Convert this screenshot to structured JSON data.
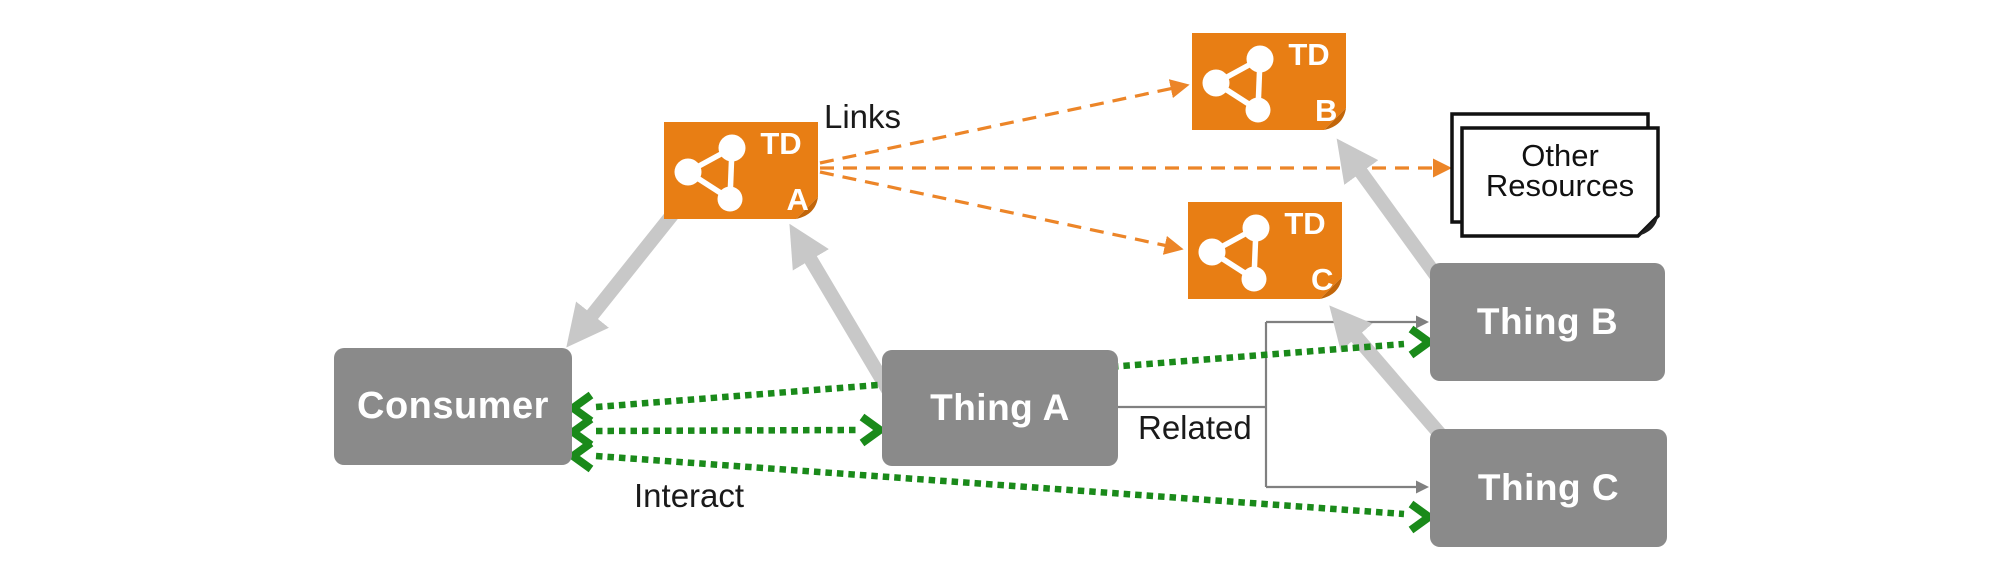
{
  "diagram_type": "architecture-diagram",
  "colors": {
    "orange": "#E87E14",
    "orange_dash": "#EC8528",
    "box_gray": "#8A8A8A",
    "arrow_gray": "#C8C8C8",
    "line_gray": "#808080",
    "green": "#1A8A1A",
    "text_dark": "#1a1a1a"
  },
  "nodes": {
    "consumer": {
      "label": "Consumer"
    },
    "thing_a": {
      "label": "Thing A"
    },
    "thing_b": {
      "label": "Thing B"
    },
    "thing_c": {
      "label": "Thing C"
    },
    "td_a": {
      "title": "TD",
      "letter": "A"
    },
    "td_b": {
      "title": "TD",
      "letter": "B"
    },
    "td_c": {
      "title": "TD",
      "letter": "C"
    },
    "other_resources": {
      "line1": "Other",
      "line2": "Resources"
    }
  },
  "labels": {
    "links": "Links",
    "related": "Related",
    "interact": "Interact"
  },
  "edges": [
    {
      "from": "TD A",
      "to": "TD B",
      "style": "orange-dashed",
      "group_label": "Links"
    },
    {
      "from": "TD A",
      "to": "TD C",
      "style": "orange-dashed",
      "group_label": "Links"
    },
    {
      "from": "TD A",
      "to": "Other Resources",
      "style": "orange-dashed",
      "group_label": "Links"
    },
    {
      "from": "TD A",
      "to": "Consumer",
      "style": "thick-gray"
    },
    {
      "from": "Thing A",
      "to": "TD A",
      "style": "thick-gray"
    },
    {
      "from": "Thing B",
      "to": "TD B",
      "style": "thick-gray"
    },
    {
      "from": "Thing C",
      "to": "TD C",
      "style": "thick-gray"
    },
    {
      "from": "Consumer",
      "to": "Thing A",
      "style": "green-dotted-bidirectional",
      "group_label": "Interact"
    },
    {
      "from": "Consumer",
      "to": "Thing B",
      "style": "green-dotted-bidirectional",
      "group_label": "Interact"
    },
    {
      "from": "Consumer",
      "to": "Thing C",
      "style": "green-dotted-bidirectional",
      "group_label": "Interact"
    },
    {
      "from": "Thing A",
      "to": "Thing B",
      "style": "thin-gray",
      "group_label": "Related"
    },
    {
      "from": "Thing A",
      "to": "Thing C",
      "style": "thin-gray",
      "group_label": "Related"
    }
  ]
}
